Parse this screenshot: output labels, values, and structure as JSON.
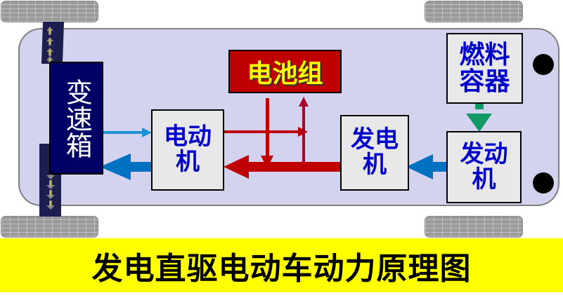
{
  "diagram": {
    "title": "发电直驱电动车动力原理图",
    "components": {
      "gearbox": "变速箱",
      "battery": "电池组",
      "motor": "电动机",
      "generator": "发电机",
      "fuel_tank": "燃料容器",
      "engine": "发动机"
    },
    "flows": [
      {
        "from": "engine",
        "to": "generator",
        "type": "mechanical"
      },
      {
        "from": "fuel_tank",
        "to": "engine",
        "type": "fuel"
      },
      {
        "from": "generator",
        "to": "motor",
        "type": "electric"
      },
      {
        "from": "battery",
        "to": "motor",
        "type": "electric"
      },
      {
        "from": "motor",
        "to": "battery",
        "type": "electric-regen"
      },
      {
        "from": "motor",
        "to": "gearbox",
        "type": "mechanical"
      },
      {
        "from": "gearbox",
        "to": "motor",
        "type": "mechanical-regen"
      }
    ],
    "colors": {
      "chassis": "#d3d3ef",
      "electric_flow": "#c00000",
      "mechanical_flow": "#0070c0",
      "fuel_flow": "#119966",
      "banner": "#ffff00",
      "component_text": "#0000cc",
      "battery_fill": "#c00000",
      "battery_text": "#ffff00",
      "gearbox_fill": "#000066"
    }
  }
}
